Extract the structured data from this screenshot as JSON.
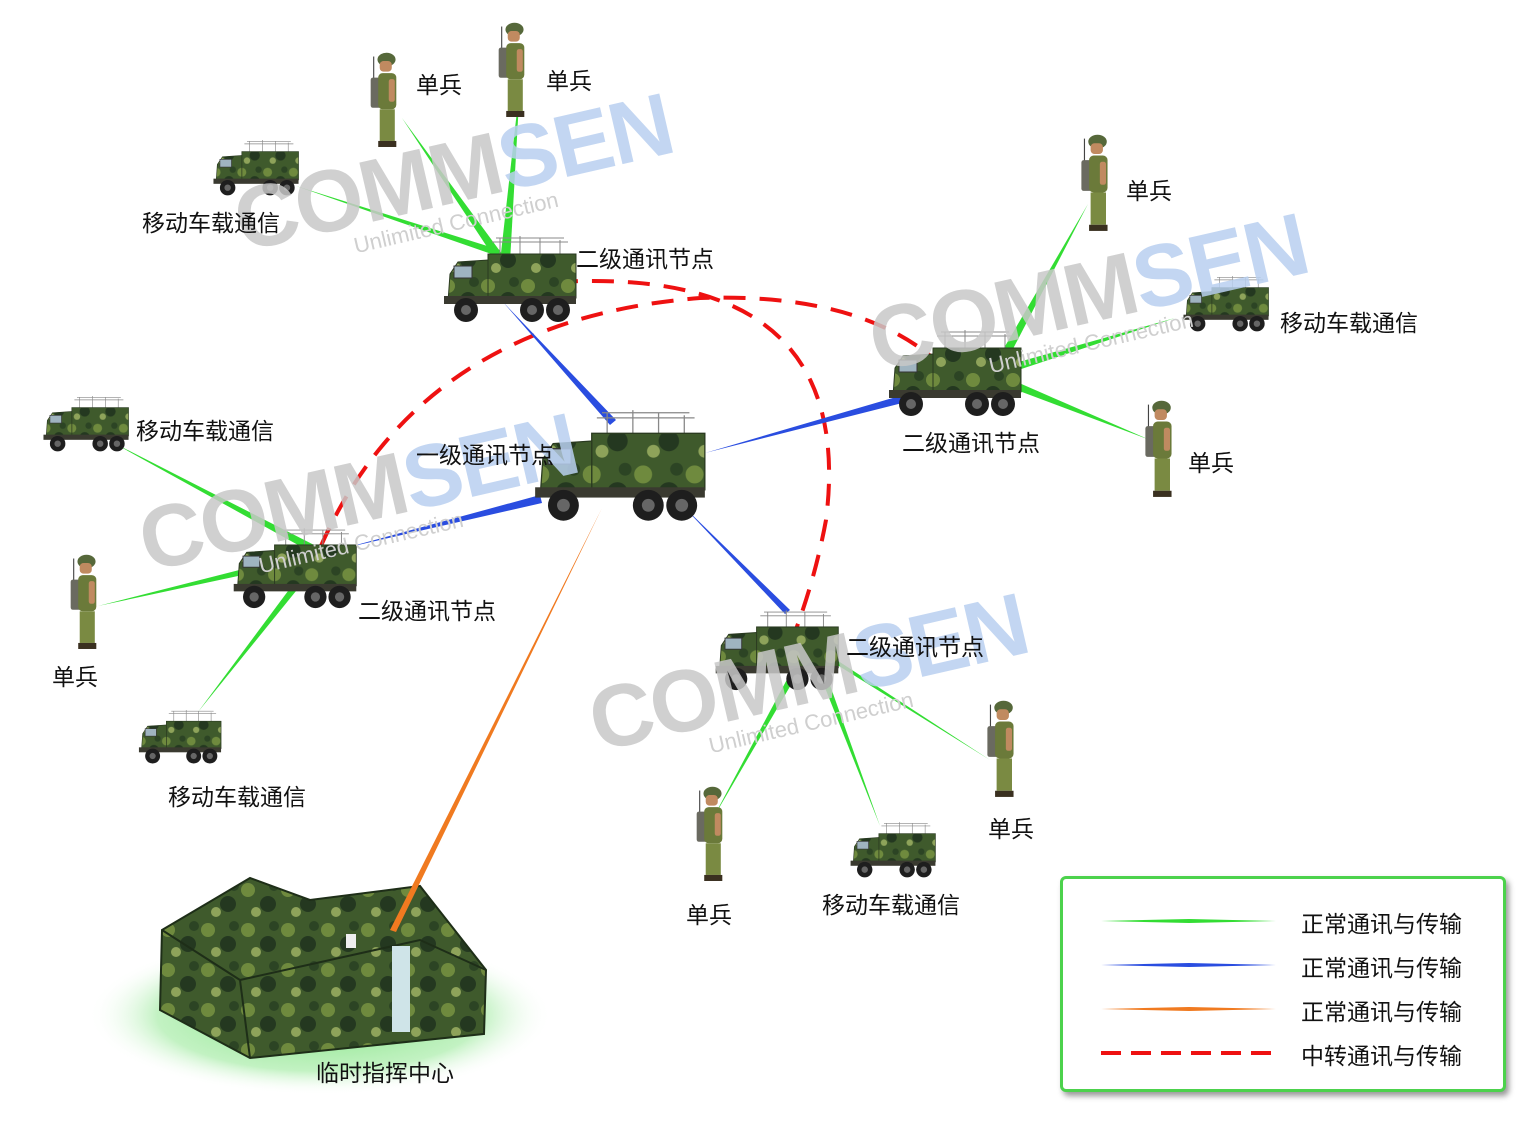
{
  "labels": {
    "soldier_1": "单兵",
    "soldier_2": "单兵",
    "soldier_3": "单兵",
    "soldier_4": "单兵",
    "soldier_5": "单兵",
    "soldier_6": "单兵",
    "soldier_7": "单兵",
    "vehicle_1": "移动车载通信",
    "vehicle_2": "移动车载通信",
    "vehicle_3": "移动车载通信",
    "vehicle_4": "移动车载通信",
    "vehicle_5": "移动车载通信",
    "node_top": "二级通讯节点",
    "node_right": "二级通讯节点",
    "node_left": "二级通讯节点",
    "node_bottom": "二级通讯节点",
    "node_center": "一级通讯节点",
    "command_center": "临时指挥中心"
  },
  "watermark": {
    "brand_gray": "COMM",
    "brand_blue": "SEN",
    "tagline": "Unlimited Connection"
  },
  "legend": [
    {
      "text": "正常通讯与传输",
      "color": "#33dd33",
      "style": "solid"
    },
    {
      "text": "正常通讯与传输",
      "color": "#2a4de0",
      "style": "solid"
    },
    {
      "text": "正常通讯与传输",
      "color": "#f07a20",
      "style": "solid"
    },
    {
      "text": "中转通讯与传输",
      "color": "#ee1111",
      "style": "dashed"
    }
  ],
  "colors": {
    "green_link": "#33dd33",
    "blue_link": "#2a4de0",
    "orange_link": "#f07a20",
    "relay_link": "#ee1111",
    "legend_border": "#4cd24c",
    "camo": "#4f6a3a"
  }
}
